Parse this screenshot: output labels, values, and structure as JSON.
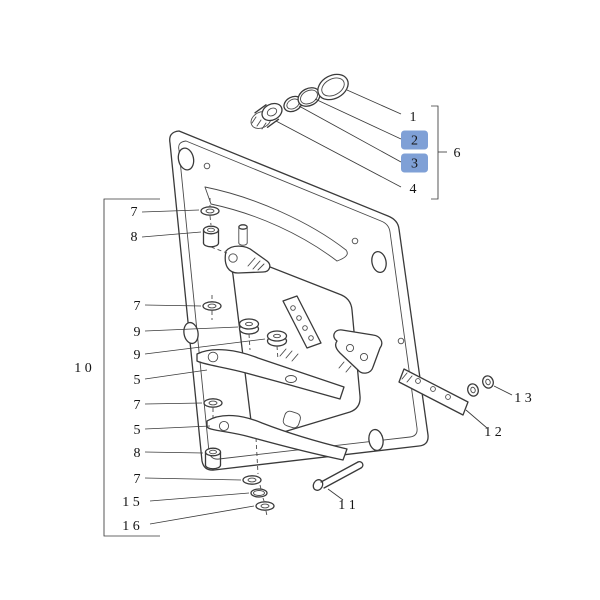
{
  "figure": {
    "type": "exploded-parts-diagram",
    "background": "#ffffff",
    "line_color": "#3a3a3a",
    "text_color": "#141414",
    "highlight_color": "#7fa0d6",
    "callouts": {
      "n1": "1",
      "n2": "2",
      "n3": "3",
      "n4": "4",
      "n5a": "5",
      "n5b": "5",
      "n6": "6",
      "n7a": "7",
      "n7b": "7",
      "n7c": "7",
      "n7d": "7",
      "n8a": "8",
      "n8b": "8",
      "n9a": "9",
      "n9b": "9",
      "n10": "1 0",
      "n11": "1 1",
      "n12": "1 2",
      "n13": "1 3",
      "n15": "1 5",
      "n16": "1 6"
    }
  }
}
